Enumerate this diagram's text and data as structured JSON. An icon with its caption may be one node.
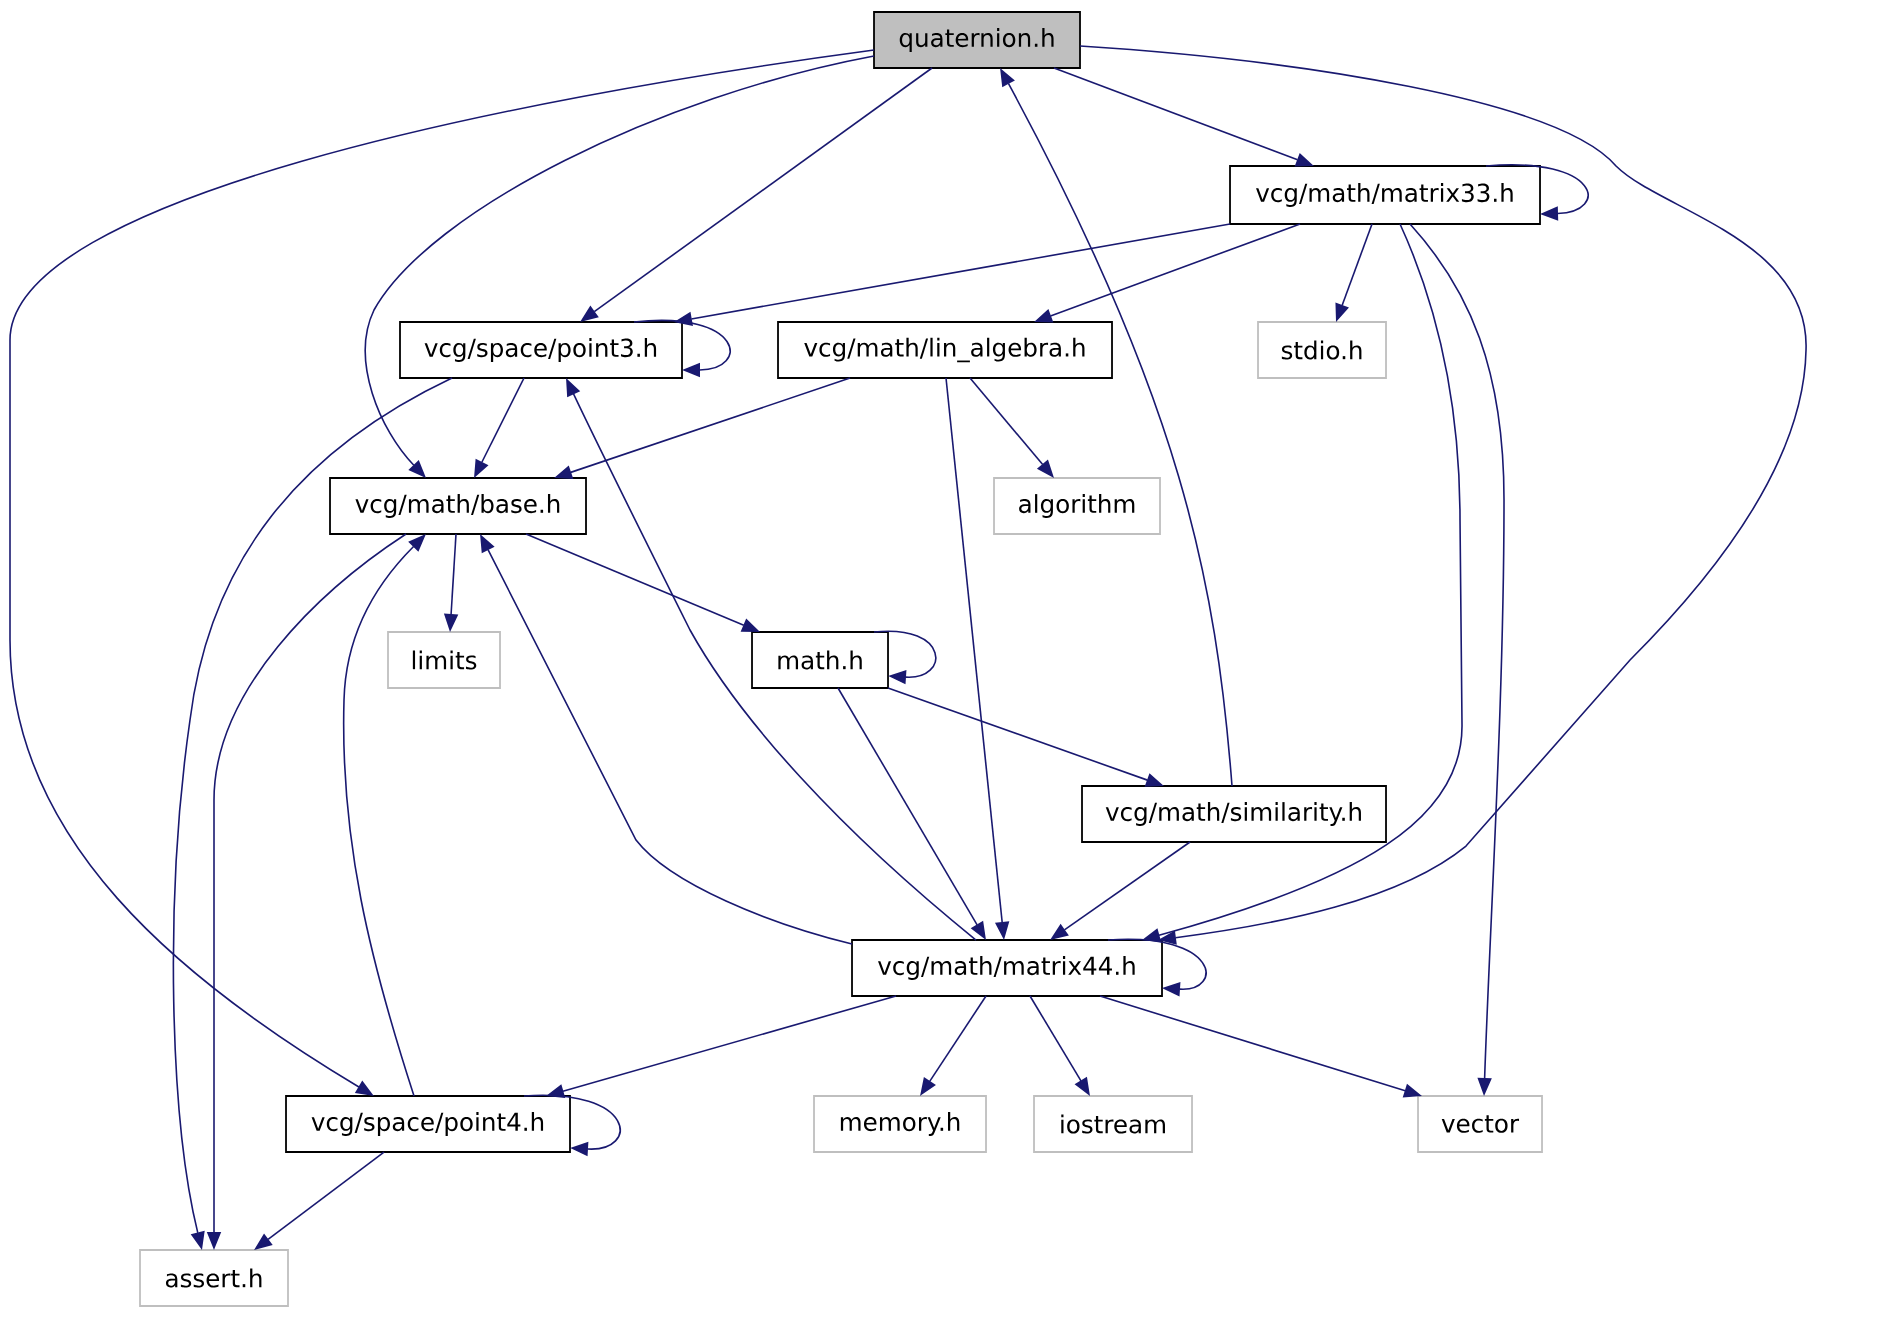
{
  "diagram": {
    "nodes": [
      {
        "text": [
          "quaternion.h"
        ]
      },
      {
        "text": [
          "vcg/math/matrix33.h"
        ]
      },
      {
        "text": [
          "vcg/space/point3.h"
        ]
      },
      {
        "text": [
          "vcg/math/lin_algebra.h"
        ]
      },
      {
        "text": [
          "stdio.h"
        ]
      },
      {
        "text": [
          "vcg/math/base.h"
        ]
      },
      {
        "text": [
          "algorithm"
        ]
      },
      {
        "text": [
          "limits"
        ]
      },
      {
        "text": [
          "math.h"
        ]
      },
      {
        "text": [
          "vcg/math/similarity.h"
        ]
      },
      {
        "text": [
          "vcg/math/matrix44.h"
        ]
      },
      {
        "text": [
          "vcg/space/point4.h"
        ]
      },
      {
        "text": [
          "memory.h"
        ]
      },
      {
        "text": [
          "iostream"
        ]
      },
      {
        "text": [
          "vector"
        ]
      },
      {
        "text": [
          "assert.h"
        ]
      }
    ],
    "edges": [
      {
        "from": 0,
        "to": 1,
        "arrow": "to"
      },
      {
        "from": 0,
        "to": 2,
        "arrow": "to"
      },
      {
        "from": 0,
        "to": 5,
        "arrow": "to"
      },
      {
        "from": 0,
        "to": 11,
        "arrow": "to"
      },
      {
        "from": 0,
        "to": 10,
        "arrow": "to"
      },
      {
        "from": 1,
        "to": 1,
        "arrow": "to"
      },
      {
        "from": 1,
        "to": 2,
        "arrow": "to"
      },
      {
        "from": 1,
        "to": 3,
        "arrow": "to"
      },
      {
        "from": 1,
        "to": 4,
        "arrow": "to"
      },
      {
        "from": 1,
        "to": 10,
        "arrow": "to"
      },
      {
        "from": 1,
        "to": 14,
        "arrow": "to"
      },
      {
        "from": 2,
        "to": 2,
        "arrow": "to"
      },
      {
        "from": 2,
        "to": 5,
        "arrow": "to"
      },
      {
        "from": 2,
        "to": 15,
        "arrow": "to"
      },
      {
        "from": 3,
        "to": 5,
        "arrow": "to"
      },
      {
        "from": 3,
        "to": 6,
        "arrow": "to"
      },
      {
        "from": 3,
        "to": 10,
        "arrow": "to"
      },
      {
        "from": 5,
        "to": 7,
        "arrow": "to"
      },
      {
        "from": 5,
        "to": 8,
        "arrow": "to"
      },
      {
        "from": 5,
        "to": 15,
        "arrow": "to"
      },
      {
        "from": 8,
        "to": 8,
        "arrow": "to"
      },
      {
        "from": 8,
        "to": 9,
        "arrow": "to"
      },
      {
        "from": 8,
        "to": 10,
        "arrow": "to"
      },
      {
        "from": 9,
        "to": 0,
        "arrow": "to"
      },
      {
        "from": 9,
        "to": 10,
        "arrow": "to"
      },
      {
        "from": 10,
        "to": 10,
        "arrow": "to"
      },
      {
        "from": 10,
        "to": 2,
        "arrow": "to"
      },
      {
        "from": 10,
        "to": 5,
        "arrow": "to"
      },
      {
        "from": 10,
        "to": 11,
        "arrow": "to"
      },
      {
        "from": 10,
        "to": 12,
        "arrow": "to"
      },
      {
        "from": 10,
        "to": 13,
        "arrow": "to"
      },
      {
        "from": 10,
        "to": 14,
        "arrow": "to"
      },
      {
        "from": 11,
        "to": 11,
        "arrow": "to"
      },
      {
        "from": 11,
        "to": 5,
        "arrow": "to"
      },
      {
        "from": 11,
        "to": 15,
        "arrow": "to"
      }
    ]
  }
}
